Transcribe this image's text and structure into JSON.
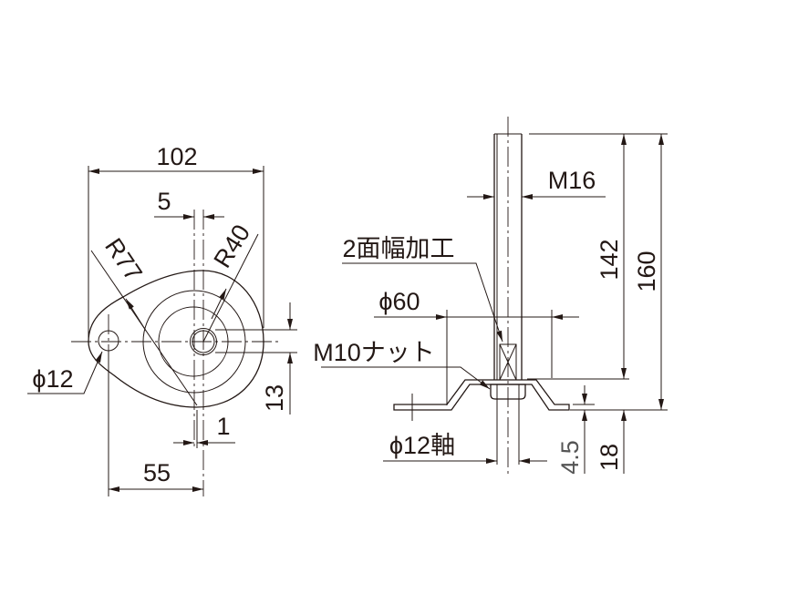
{
  "drawing": {
    "top_view": {
      "overall_width": "102",
      "center_offset": "5",
      "radius_large": "R77",
      "radius_small": "R40",
      "hole_diameter": "ϕ12",
      "hole_offset": "13",
      "offset_1": "1",
      "hole_pitch": "55"
    },
    "side_view": {
      "thread": "M16",
      "flat_cut_note": "2面幅加工",
      "base_diameter": "ϕ60",
      "nut_note": "M10ナット",
      "shaft_diameter": "ϕ12軸",
      "height_142": "142",
      "height_160": "160",
      "plate_thickness": "4.5",
      "base_height": "18"
    }
  }
}
